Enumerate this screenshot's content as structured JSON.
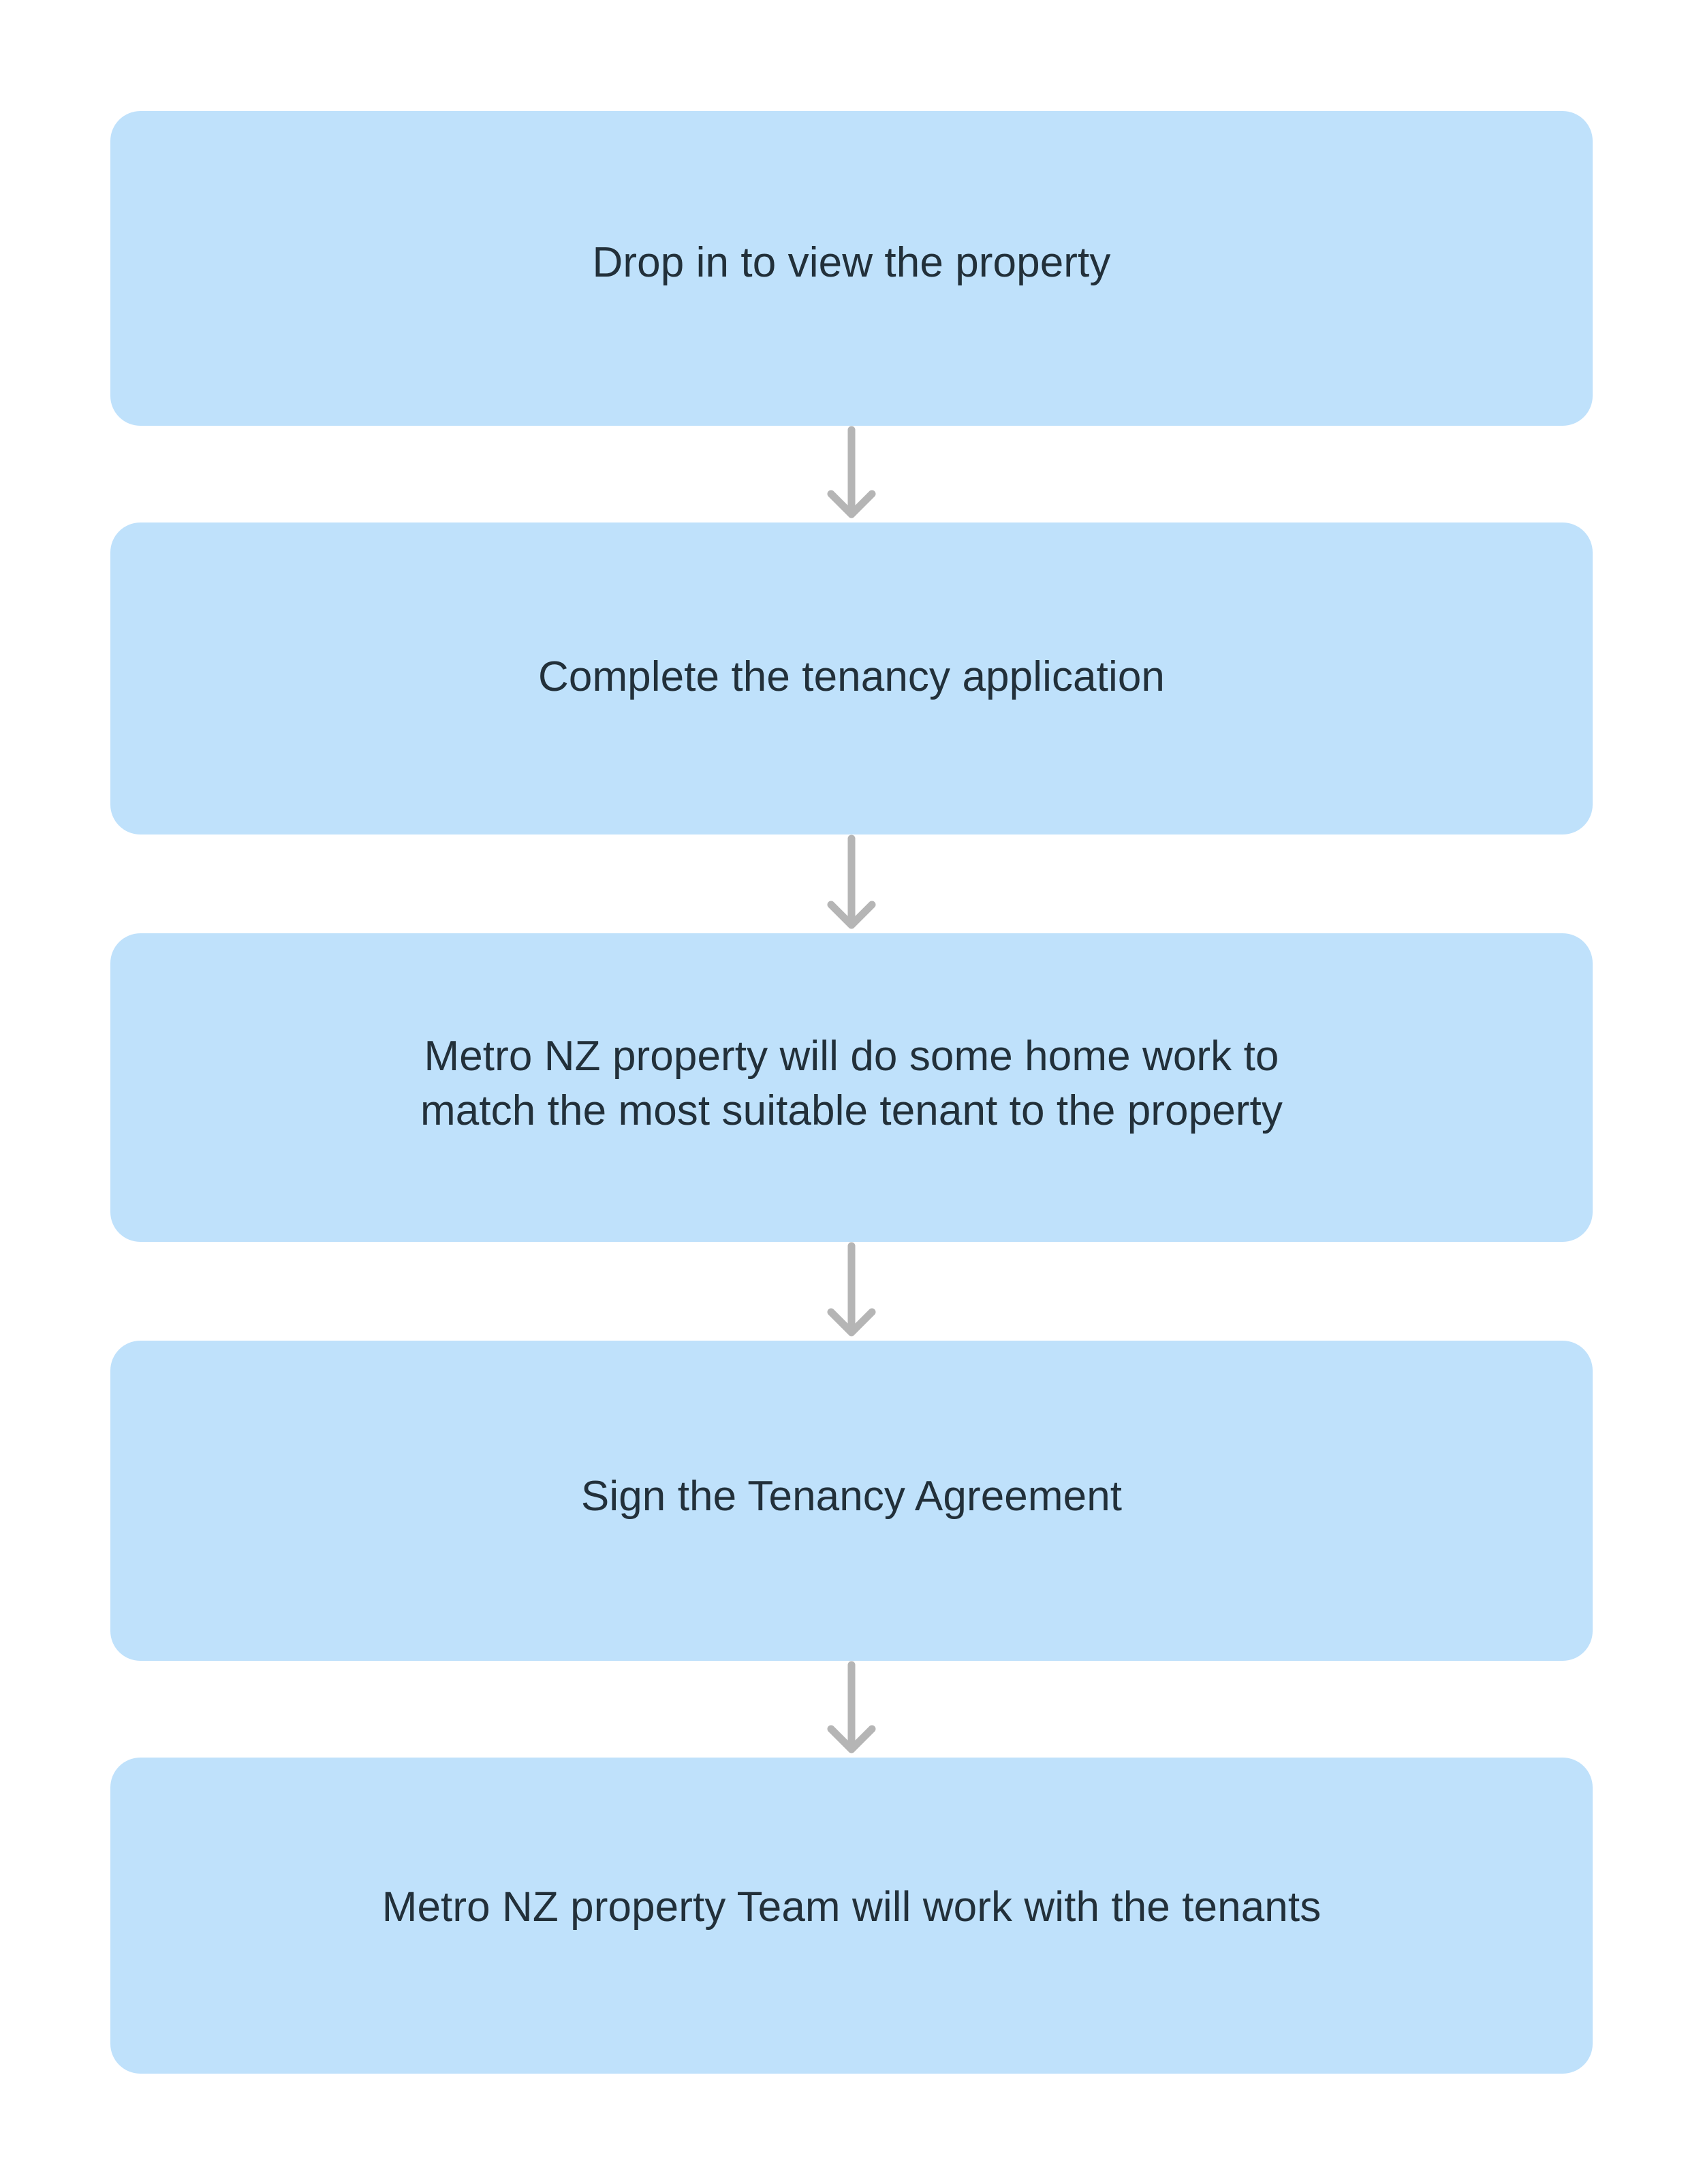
{
  "diagram": {
    "type": "flowchart",
    "orientation": "vertical",
    "background_color": "#ffffff",
    "node_color": "#bfe1fb",
    "node_text_color": "#22303a",
    "connector_color": "#b5b5b5",
    "nodes": [
      {
        "id": "step-1",
        "label": "Drop in to view the property"
      },
      {
        "id": "step-2",
        "label": "Complete the tenancy application"
      },
      {
        "id": "step-3",
        "label": "Metro NZ property will do some home work to\nmatch the most suitable tenant to the property"
      },
      {
        "id": "step-4",
        "label": "Sign the Tenancy Agreement"
      },
      {
        "id": "step-5",
        "label": "Metro NZ property Team will work with the tenants"
      }
    ],
    "connectors": [
      {
        "id": "arrow-1",
        "from": "step-1",
        "to": "step-2",
        "icon": "arrow-down-icon"
      },
      {
        "id": "arrow-2",
        "from": "step-2",
        "to": "step-3",
        "icon": "arrow-down-icon"
      },
      {
        "id": "arrow-3",
        "from": "step-3",
        "to": "step-4",
        "icon": "arrow-down-icon"
      },
      {
        "id": "arrow-4",
        "from": "step-4",
        "to": "step-5",
        "icon": "arrow-down-icon"
      }
    ]
  }
}
